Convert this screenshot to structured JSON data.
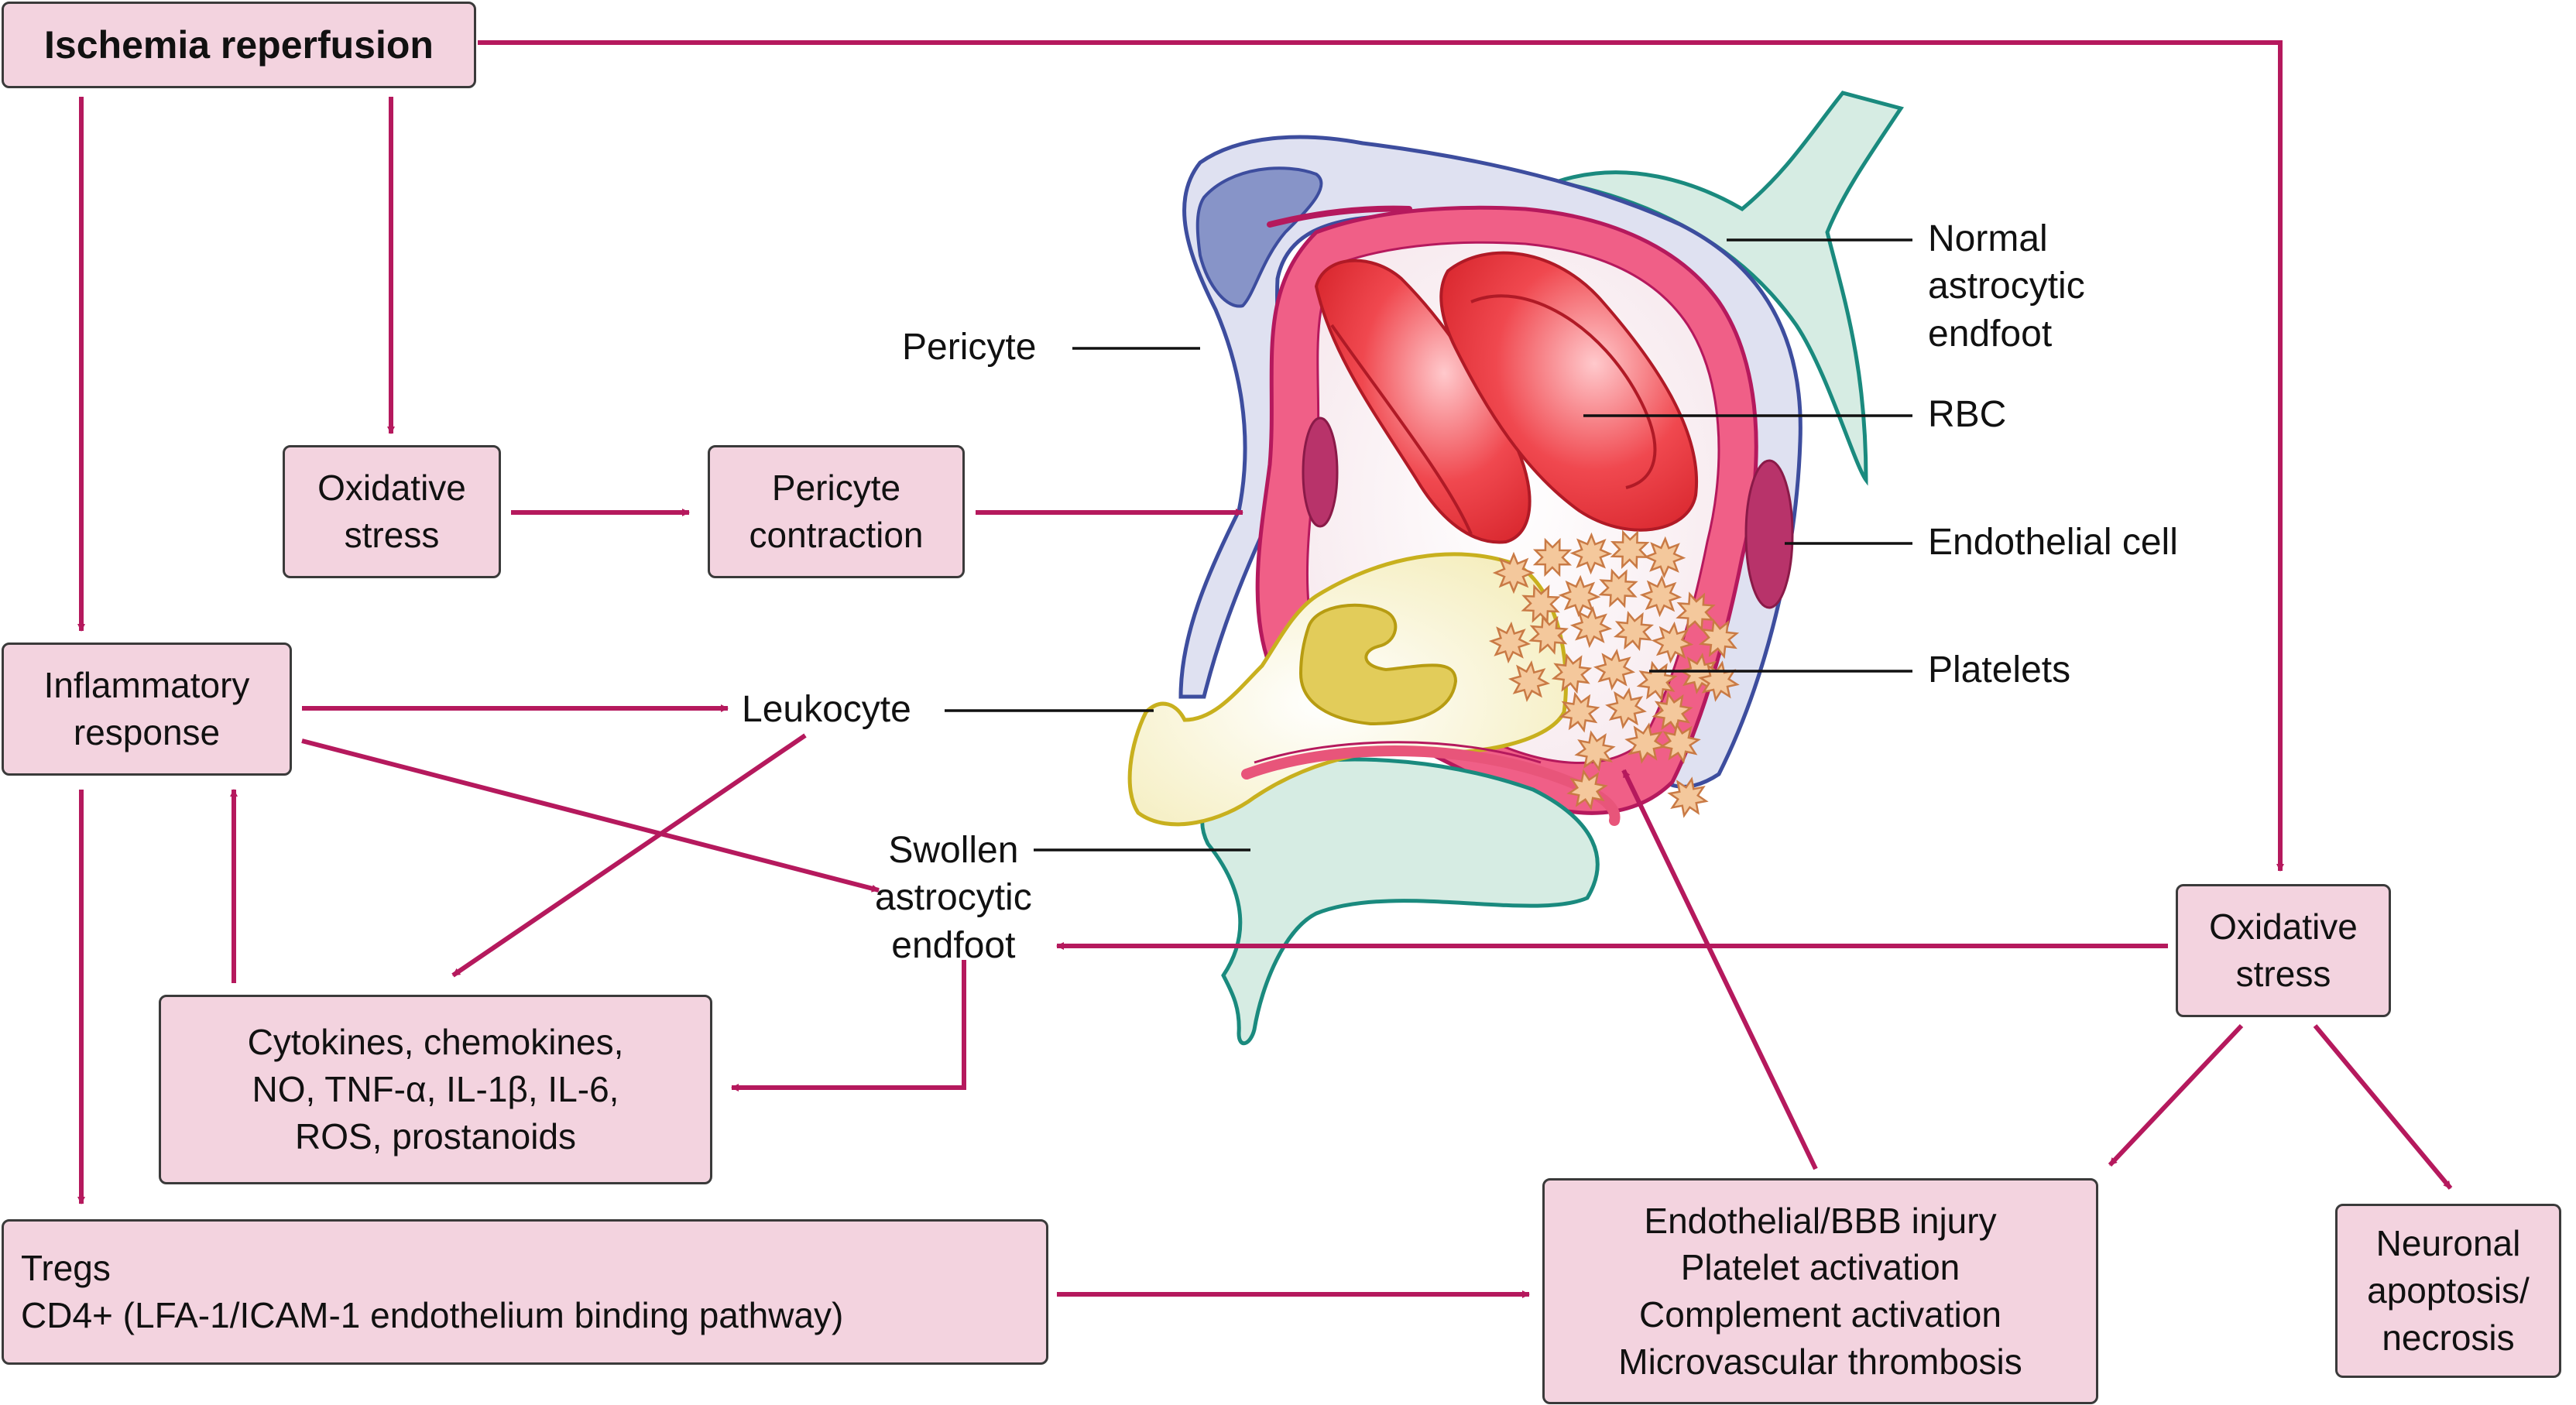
{
  "boxes": {
    "ischemia": "Ischemia reperfusion",
    "oxidative_left_1": "Oxidative",
    "oxidative_left_2": "stress",
    "pericyte_contraction_1": "Pericyte",
    "pericyte_contraction_2": "contraction",
    "inflammatory_1": "Inflammatory",
    "inflammatory_2": "response",
    "cytokines_1": "Cytokines, chemokines,",
    "cytokines_2": "NO, TNF-α, IL-1β, IL-6,",
    "cytokines_3": "ROS, prostanoids",
    "tregs_1": "Tregs",
    "tregs_2": "CD4+ (LFA-1/ICAM-1 endothelium binding pathway)",
    "injury_1": "Endothelial/BBB injury",
    "injury_2": "Platelet activation",
    "injury_3": "Complement activation",
    "injury_4": "Microvascular thrombosis",
    "oxidative_right_1": "Oxidative",
    "oxidative_right_2": "stress",
    "neuronal_1": "Neuronal",
    "neuronal_2": "apoptosis/",
    "neuronal_3": "necrosis"
  },
  "labels": {
    "leukocyte": "Leukocyte",
    "swollen_1": "Swollen",
    "swollen_2": "astrocytic",
    "swollen_3": "endfoot",
    "pericyte": "Pericyte",
    "normal_1": "Normal",
    "normal_2": "astrocytic",
    "normal_3": "endfoot",
    "rbc": "RBC",
    "endothelial_cell": "Endothelial cell",
    "platelets": "Platelets"
  },
  "colors": {
    "arrow": "#b5195d",
    "box_fill": "#f3d3df",
    "box_border": "#3a3a3a",
    "pericyte_fill": "#dfe1f1",
    "pericyte_stroke": "#3d4d9e",
    "astrocyte_fill": "#d6ece3",
    "astrocyte_stroke": "#1a8a7e",
    "endothelium": "#e8557a",
    "rbc": "#e8313a",
    "leukocyte": "#f7f0c2",
    "platelet": "#f4c89c"
  }
}
